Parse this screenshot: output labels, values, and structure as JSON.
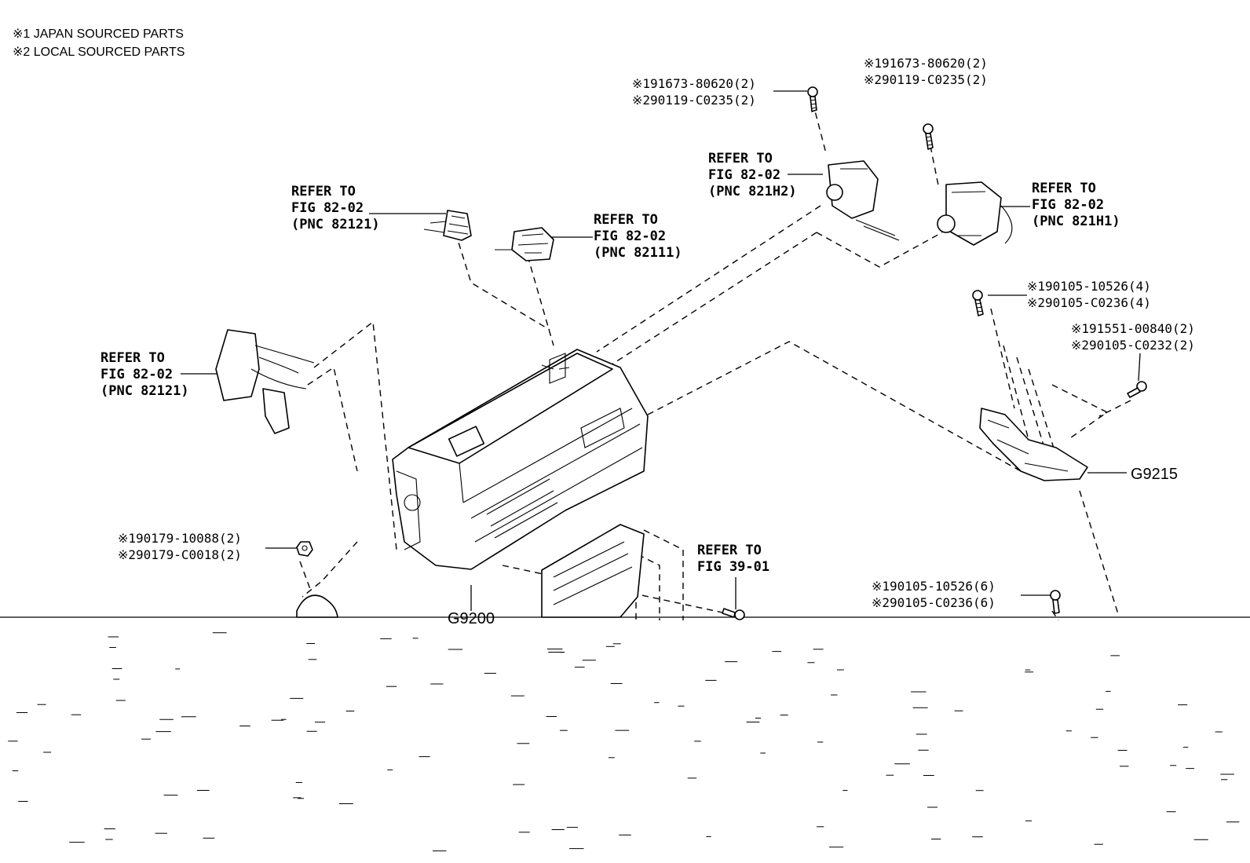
{
  "legend": {
    "japan": "※1 JAPAN SOURCED PARTS",
    "local": "※2 LOCAL SOURCED PARTS"
  },
  "callouts": {
    "bolt_top_left_1": "※191673-80620(2)",
    "bolt_top_left_2": "※290119-C0235(2)",
    "bolt_top_right_1": "※191673-80620(2)",
    "bolt_top_right_2": "※290119-C0235(2)",
    "bolt_right_1": "※190105-10526(4)",
    "bolt_right_2": "※290105-C0236(4)",
    "bolt_right_b_1": "※191551-00840(2)",
    "bolt_right_b_2": "※290105-C0232(2)",
    "nut_left_1": "※190179-10088(2)",
    "nut_left_2": "※290179-C0018(2)",
    "bolt_bottom_1": "※190105-10526(6)",
    "bolt_bottom_2": "※290105-C0236(6)"
  },
  "refers": {
    "r1": {
      "l1": "REFER TO",
      "l2": "FIG 82-02",
      "l3": "(PNC 82121)"
    },
    "r2": {
      "l1": "REFER TO",
      "l2": "FIG 82-02",
      "l3": "(PNC 82111)"
    },
    "r3": {
      "l1": "REFER TO",
      "l2": "FIG 82-02",
      "l3": "(PNC 821H2)"
    },
    "r4": {
      "l1": "REFER TO",
      "l2": "FIG 82-02",
      "l3": "(PNC 821H1)"
    },
    "r5": {
      "l1": "REFER TO",
      "l2": "FIG 82-02",
      "l3": "(PNC 82121)"
    },
    "r6": {
      "l1": "REFER TO",
      "l2": "FIG 39-01"
    }
  },
  "part_codes": {
    "bracket": "G9215",
    "inverter": "G9200"
  }
}
